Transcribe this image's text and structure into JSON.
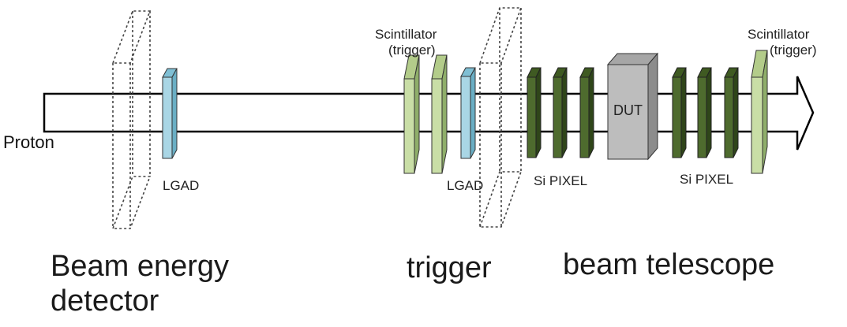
{
  "labels": {
    "proton": "Proton",
    "lgad_1": "LGAD",
    "lgad_2": "LGAD",
    "scintillator_left": "Scintillator",
    "scintillator_left_sub": "(trigger)",
    "scintillator_right": "Scintillator",
    "scintillator_right_sub": "(trigger)",
    "si_pixel_left": "Si PIXEL",
    "si_pixel_right": "Si PIXEL",
    "dut": "DUT",
    "section_energy_line1": "Beam energy",
    "section_energy_line2": "detector",
    "section_trigger": "trigger",
    "section_telescope": "beam telescope"
  },
  "colors": {
    "lgad_face": "#a9d6e5",
    "lgad_side": "#6aaec4",
    "scint_face": "#c9dea6",
    "scint_side": "#8fae6a",
    "pixel_face": "#4e6b2e",
    "pixel_side": "#2f4519",
    "dut_face": "#bdbdbd",
    "dut_side": "#8c8c8c",
    "dut_top": "#a6a6a6",
    "line": "#000000",
    "dashed": "#444444"
  }
}
